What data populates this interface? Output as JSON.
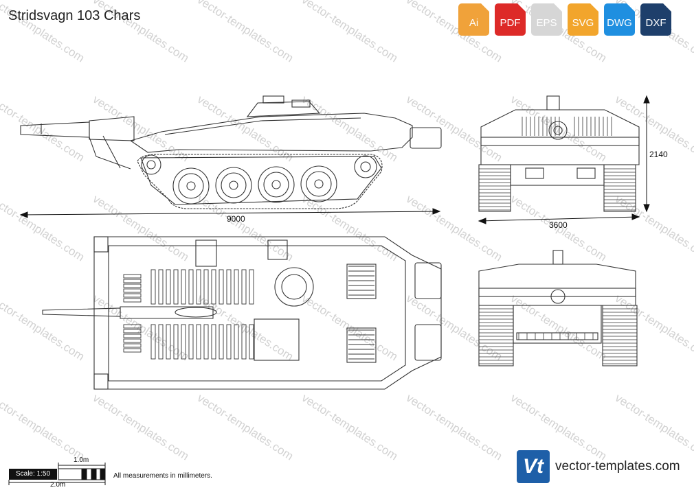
{
  "title": "Stridsvagn 103 Chars",
  "watermark": "vector-templates.com",
  "formats": [
    {
      "label": "Ai",
      "color": "#f0a23a",
      "icon": "ai-file-icon"
    },
    {
      "label": "PDF",
      "color": "#dd2a28",
      "icon": "pdf-file-icon"
    },
    {
      "label": "EPS",
      "color": "#d6d6d6",
      "icon": "eps-file-icon"
    },
    {
      "label": "SVG",
      "color": "#f2a52c",
      "icon": "svg-file-icon"
    },
    {
      "label": "DWG",
      "color": "#1f8fe0",
      "icon": "dwg-file-icon"
    },
    {
      "label": "DXF",
      "color": "#1e3f6b",
      "icon": "dxf-file-icon"
    }
  ],
  "dimensions": {
    "length": "9000",
    "width": "3600",
    "height": "2140"
  },
  "scale": {
    "label": "Scale: 1:50",
    "bar_top": "1.0m",
    "bar_bottom": "2.0m"
  },
  "note": "All measurements in millimeters.",
  "brand": {
    "logo": "Vt",
    "text": "vector-templates.com"
  },
  "colors": {
    "line": "#333333",
    "dimension": "#111111",
    "watermark": "#d2d2d2",
    "brand_blue": "#1e5fa8"
  }
}
